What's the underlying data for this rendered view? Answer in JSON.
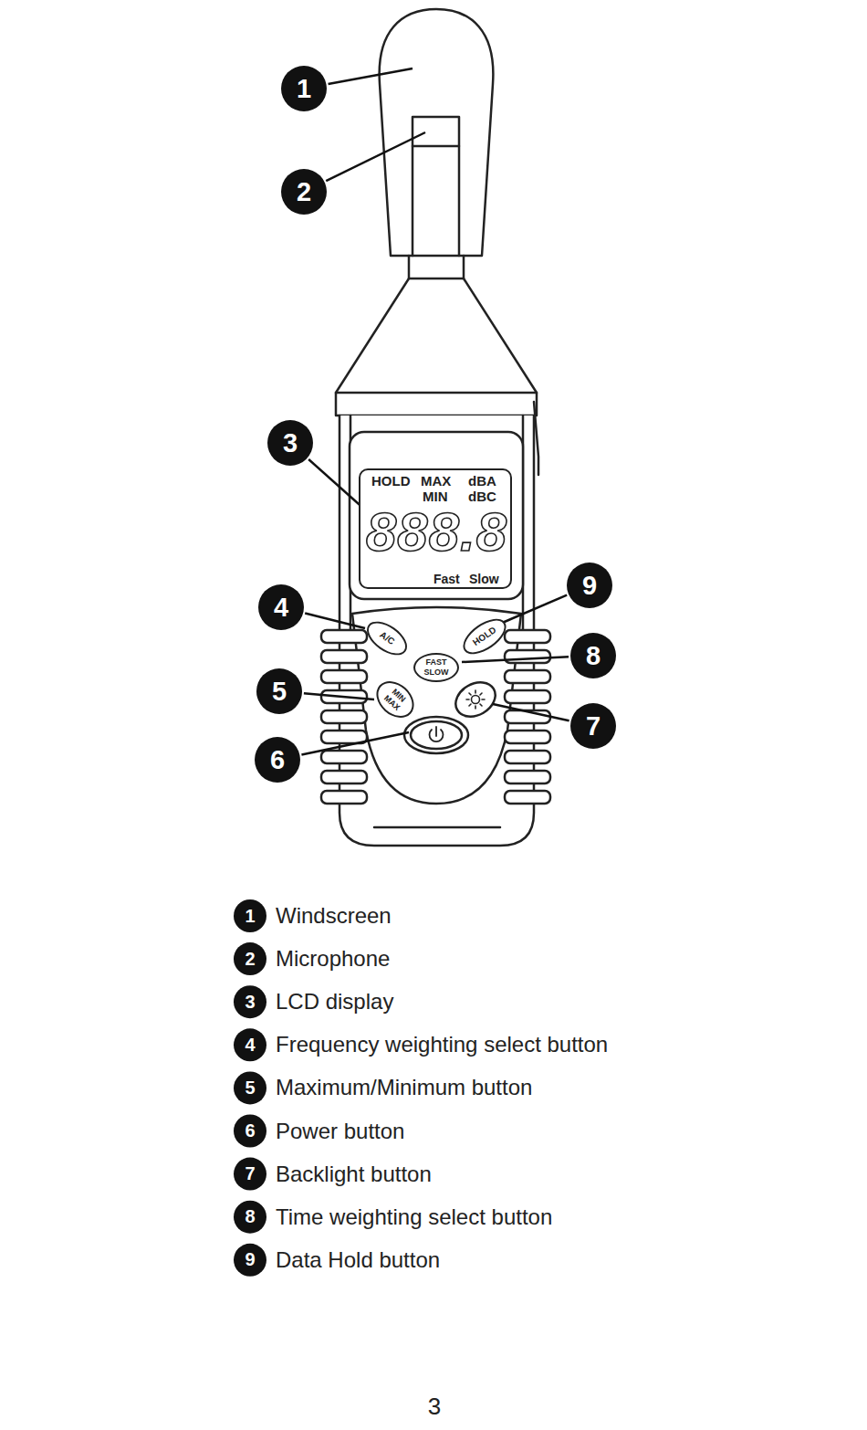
{
  "diagram": {
    "nodes": [
      {
        "text": [
          "HOLD",
          "MAX",
          "dBA",
          "MIN",
          "dBC",
          "888.8",
          "Fast",
          "Slow"
        ]
      },
      {
        "text": [
          "A/C"
        ]
      },
      {
        "text": [
          "HOLD"
        ]
      },
      {
        "text": [
          "FAST SLOW"
        ]
      },
      {
        "text": [
          "MIN MAX"
        ]
      }
    ],
    "labels": [
      "1",
      "2",
      "3",
      "4",
      "5",
      "6",
      "7",
      "8",
      "9",
      "1",
      "Windscreen",
      "2",
      "Microphone",
      "3",
      "LCD display",
      "4",
      "Frequency weighting select button",
      "5",
      "Maximum/Minimum button",
      "6",
      "Power button",
      "7",
      "Backlight button",
      "8",
      "Time weighting select button",
      "9",
      "Data Hold button",
      "3"
    ]
  }
}
